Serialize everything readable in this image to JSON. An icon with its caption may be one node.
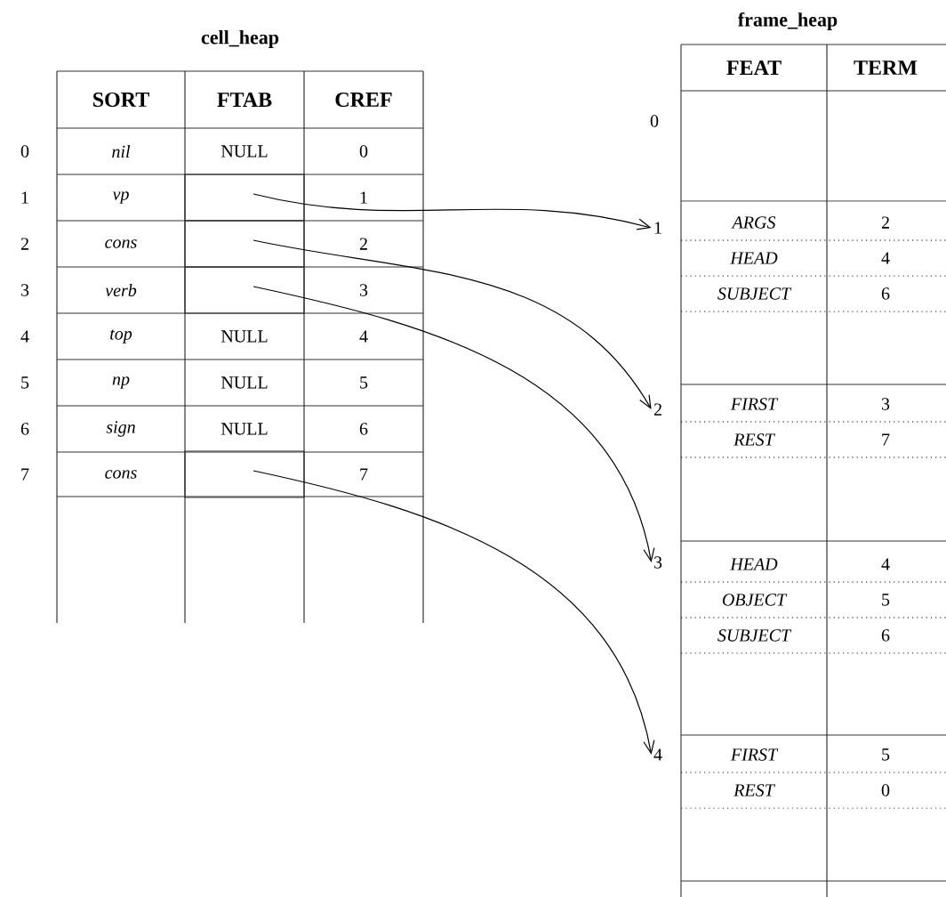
{
  "diagram": {
    "nodes": [
      {
        "text": [],
        "shape": "box"
      },
      {
        "text": [],
        "shape": "box"
      },
      {
        "text": [],
        "shape": "box"
      },
      {
        "text": [],
        "shape": "box"
      },
      {
        "text": [
          "1"
        ]
      },
      {
        "text": [
          "2"
        ]
      },
      {
        "text": [
          "3"
        ]
      },
      {
        "text": [
          "4"
        ]
      }
    ],
    "edges": [
      {
        "from": 0,
        "to": 4,
        "arrow": "to"
      },
      {
        "from": 1,
        "to": 5,
        "arrow": "to"
      },
      {
        "from": 2,
        "to": 6,
        "arrow": "to"
      },
      {
        "from": 3,
        "to": 7,
        "arrow": "to"
      }
    ],
    "labels": [
      "cell_heap",
      "SORT",
      "FTAB",
      "CREF",
      "0",
      "nil",
      "NULL",
      "0",
      "1",
      "vp",
      "1",
      "2",
      "cons",
      "2",
      "3",
      "verb",
      "3",
      "4",
      "top",
      "NULL",
      "4",
      "5",
      "np",
      "NULL",
      "5",
      "6",
      "sign",
      "NULL",
      "6",
      "7",
      "cons",
      "7",
      "frame_heap",
      "FEAT",
      "TERM",
      "0",
      "ARGS",
      "2",
      "HEAD",
      "4",
      "SUBJECT",
      "6",
      "FIRST",
      "3",
      "REST",
      "7",
      "HEAD",
      "4",
      "OBJECT",
      "5",
      "SUBJECT",
      "6",
      "FIRST",
      "5",
      "REST",
      "0"
    ]
  }
}
